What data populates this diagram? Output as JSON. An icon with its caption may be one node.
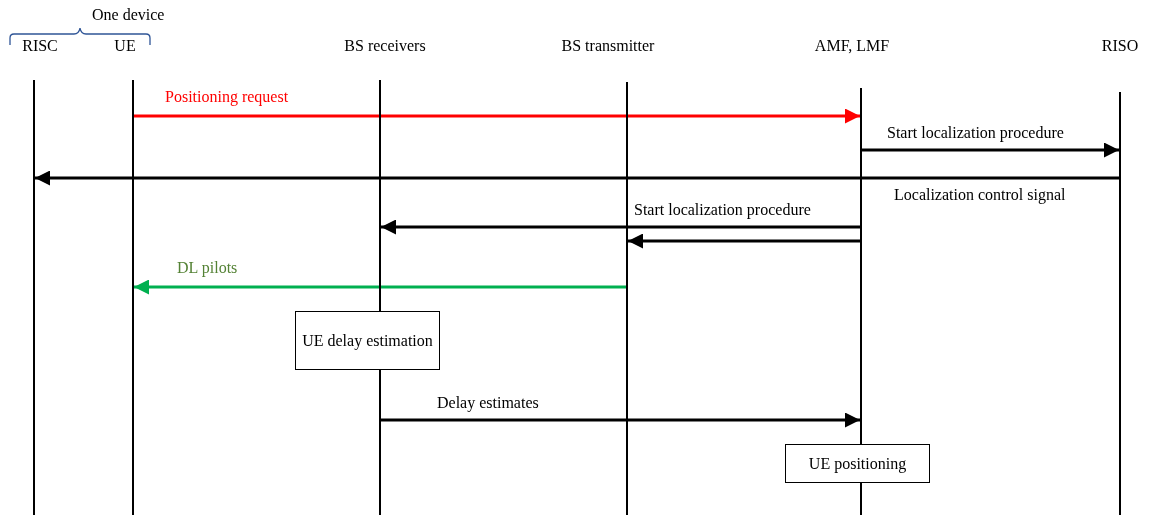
{
  "diagram": {
    "nodes": [
      {
        "text": [],
        "shape": "bar",
        "beside": [
          "RISC"
        ]
      },
      {
        "text": [],
        "shape": "bar",
        "beside": [
          "UE"
        ]
      },
      {
        "text": [],
        "shape": "bar",
        "beside": [
          "BS receivers"
        ]
      },
      {
        "text": [],
        "shape": "bar",
        "beside": [
          "BS transmitter"
        ]
      },
      {
        "text": [],
        "shape": "bar",
        "beside": [
          "AMF, LMF"
        ]
      },
      {
        "text": [],
        "shape": "bar",
        "beside": [
          "RISO"
        ]
      },
      {
        "text": [
          "UE delay estimation"
        ]
      },
      {
        "text": [
          "UE positioning"
        ]
      }
    ],
    "edges": [
      {
        "from": 1,
        "to": 4,
        "arrow": "to",
        "label": "Positioning request",
        "color": "#ff0000"
      },
      {
        "from": 4,
        "to": 5,
        "arrow": "to",
        "label": "Start localization  procedure"
      },
      {
        "from": 5,
        "to": 0,
        "arrow": "to",
        "label": "Localization  control signal"
      },
      {
        "from": 4,
        "to": 2,
        "arrow": "to",
        "label": "Start localization  procedure"
      },
      {
        "from": 4,
        "to": 3,
        "arrow": "to"
      },
      {
        "from": 3,
        "to": 1,
        "arrow": "to",
        "label": "DL pilots",
        "color": "#00b050"
      },
      {
        "from": 2,
        "to": 4,
        "arrow": "to",
        "label": "Delay estimates"
      }
    ],
    "labels": [
      "One device"
    ]
  }
}
